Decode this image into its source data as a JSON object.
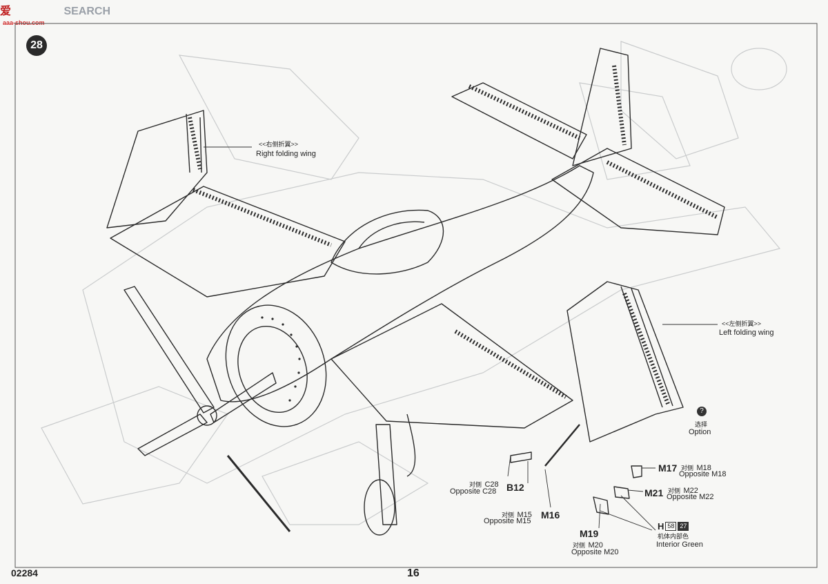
{
  "header": {
    "watermark": "SEARCH",
    "watermark_prefix": "爱 ",
    "watermark_url": "aaa-shou.com"
  },
  "step_number": "28",
  "labels": {
    "right_wing_cn": "<<右侧折翼>>",
    "right_wing_en": "Right folding wing",
    "left_wing_cn": "<<左侧折翼>>",
    "left_wing_en": "Left folding wing",
    "option_cn": "选择",
    "option_en": "Option",
    "m17": "M17",
    "m18_cn": "对侧",
    "m18": "M18",
    "m18_opp": "Opposite M18",
    "m21": "M21",
    "m22_cn": "对侧",
    "m22": "M22",
    "m22_opp": "Opposite M22",
    "b12": "B12",
    "c28_cn": "对侧",
    "c28": "C28",
    "c28_opp": "Opposite C28",
    "m16": "M16",
    "m15_cn": "对侧",
    "m15": "M15",
    "m15_opp": "Opposite M15",
    "m19": "M19",
    "m20_cn": "对侧",
    "m20": "M20",
    "m20_opp": "Opposite M20",
    "color_code_letter": "H",
    "color_code_a": "58",
    "color_code_b": "27",
    "interior_cn": "机体内部色",
    "interior_en": "Interior Green"
  },
  "footer": {
    "kit_number": "02284",
    "page_number": "16"
  }
}
